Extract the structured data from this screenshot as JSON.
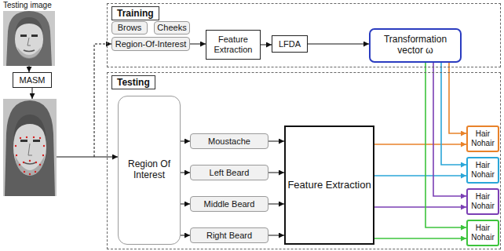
{
  "diagram": {
    "nodes": [
      {
        "text": [
          "MASM"
        ]
      },
      {
        "text": [
          "Training"
        ]
      },
      {
        "text": [
          "Brows"
        ],
        "in": 1
      },
      {
        "text": [
          "Cheeks"
        ],
        "in": 1
      },
      {
        "text": [
          "Region-Of-Interest"
        ],
        "in": 1
      },
      {
        "text": [
          "Feature Extraction"
        ],
        "in": 1
      },
      {
        "text": [
          "LFDA"
        ],
        "in": 1
      },
      {
        "text": [
          "Transformation vector ω"
        ],
        "in": 1
      },
      {
        "text": [
          "Testing"
        ]
      },
      {
        "text": [
          "Region Of Interest"
        ],
        "in": 8
      },
      {
        "text": [
          "Moustache"
        ],
        "in": 8
      },
      {
        "text": [
          "Left Beard"
        ],
        "in": 8
      },
      {
        "text": [
          "Middle Beard"
        ],
        "in": 8
      },
      {
        "text": [
          "Right Beard"
        ],
        "in": 8
      },
      {
        "text": [
          "Feature Extraction"
        ],
        "in": 8
      },
      {
        "text": [
          "Hair",
          "Nohair"
        ],
        "in": 8
      },
      {
        "text": [
          "Hair",
          "Nohair"
        ],
        "in": 8
      },
      {
        "text": [
          "Hair",
          "Nohair"
        ],
        "in": 8
      },
      {
        "text": [
          "Hair",
          "Nohair"
        ],
        "in": 8
      }
    ],
    "edges": [
      {
        "from": 4,
        "to": 5,
        "arrow": "to"
      },
      {
        "from": 5,
        "to": 6,
        "arrow": "to"
      },
      {
        "from": 6,
        "to": 7,
        "arrow": "to"
      },
      {
        "from": 9,
        "to": 10,
        "arrow": "to"
      },
      {
        "from": 9,
        "to": 11,
        "arrow": "to"
      },
      {
        "from": 9,
        "to": 12,
        "arrow": "to"
      },
      {
        "from": 9,
        "to": 13,
        "arrow": "to"
      },
      {
        "from": 10,
        "to": 14,
        "arrow": "to"
      },
      {
        "from": 11,
        "to": 14,
        "arrow": "to"
      },
      {
        "from": 12,
        "to": 14,
        "arrow": "to"
      },
      {
        "from": 13,
        "to": 14,
        "arrow": "to"
      },
      {
        "from": 14,
        "to": 15,
        "arrow": "to"
      },
      {
        "from": 14,
        "to": 16,
        "arrow": "to"
      },
      {
        "from": 14,
        "to": 17,
        "arrow": "to"
      },
      {
        "from": 14,
        "to": 18,
        "arrow": "to"
      },
      {
        "from": 7,
        "to": 15,
        "arrow": "to"
      },
      {
        "from": 7,
        "to": 16,
        "arrow": "to"
      },
      {
        "from": 7,
        "to": 17,
        "arrow": "to"
      },
      {
        "from": 7,
        "to": 18,
        "arrow": "to"
      }
    ],
    "labels": [
      "Testing image"
    ]
  }
}
